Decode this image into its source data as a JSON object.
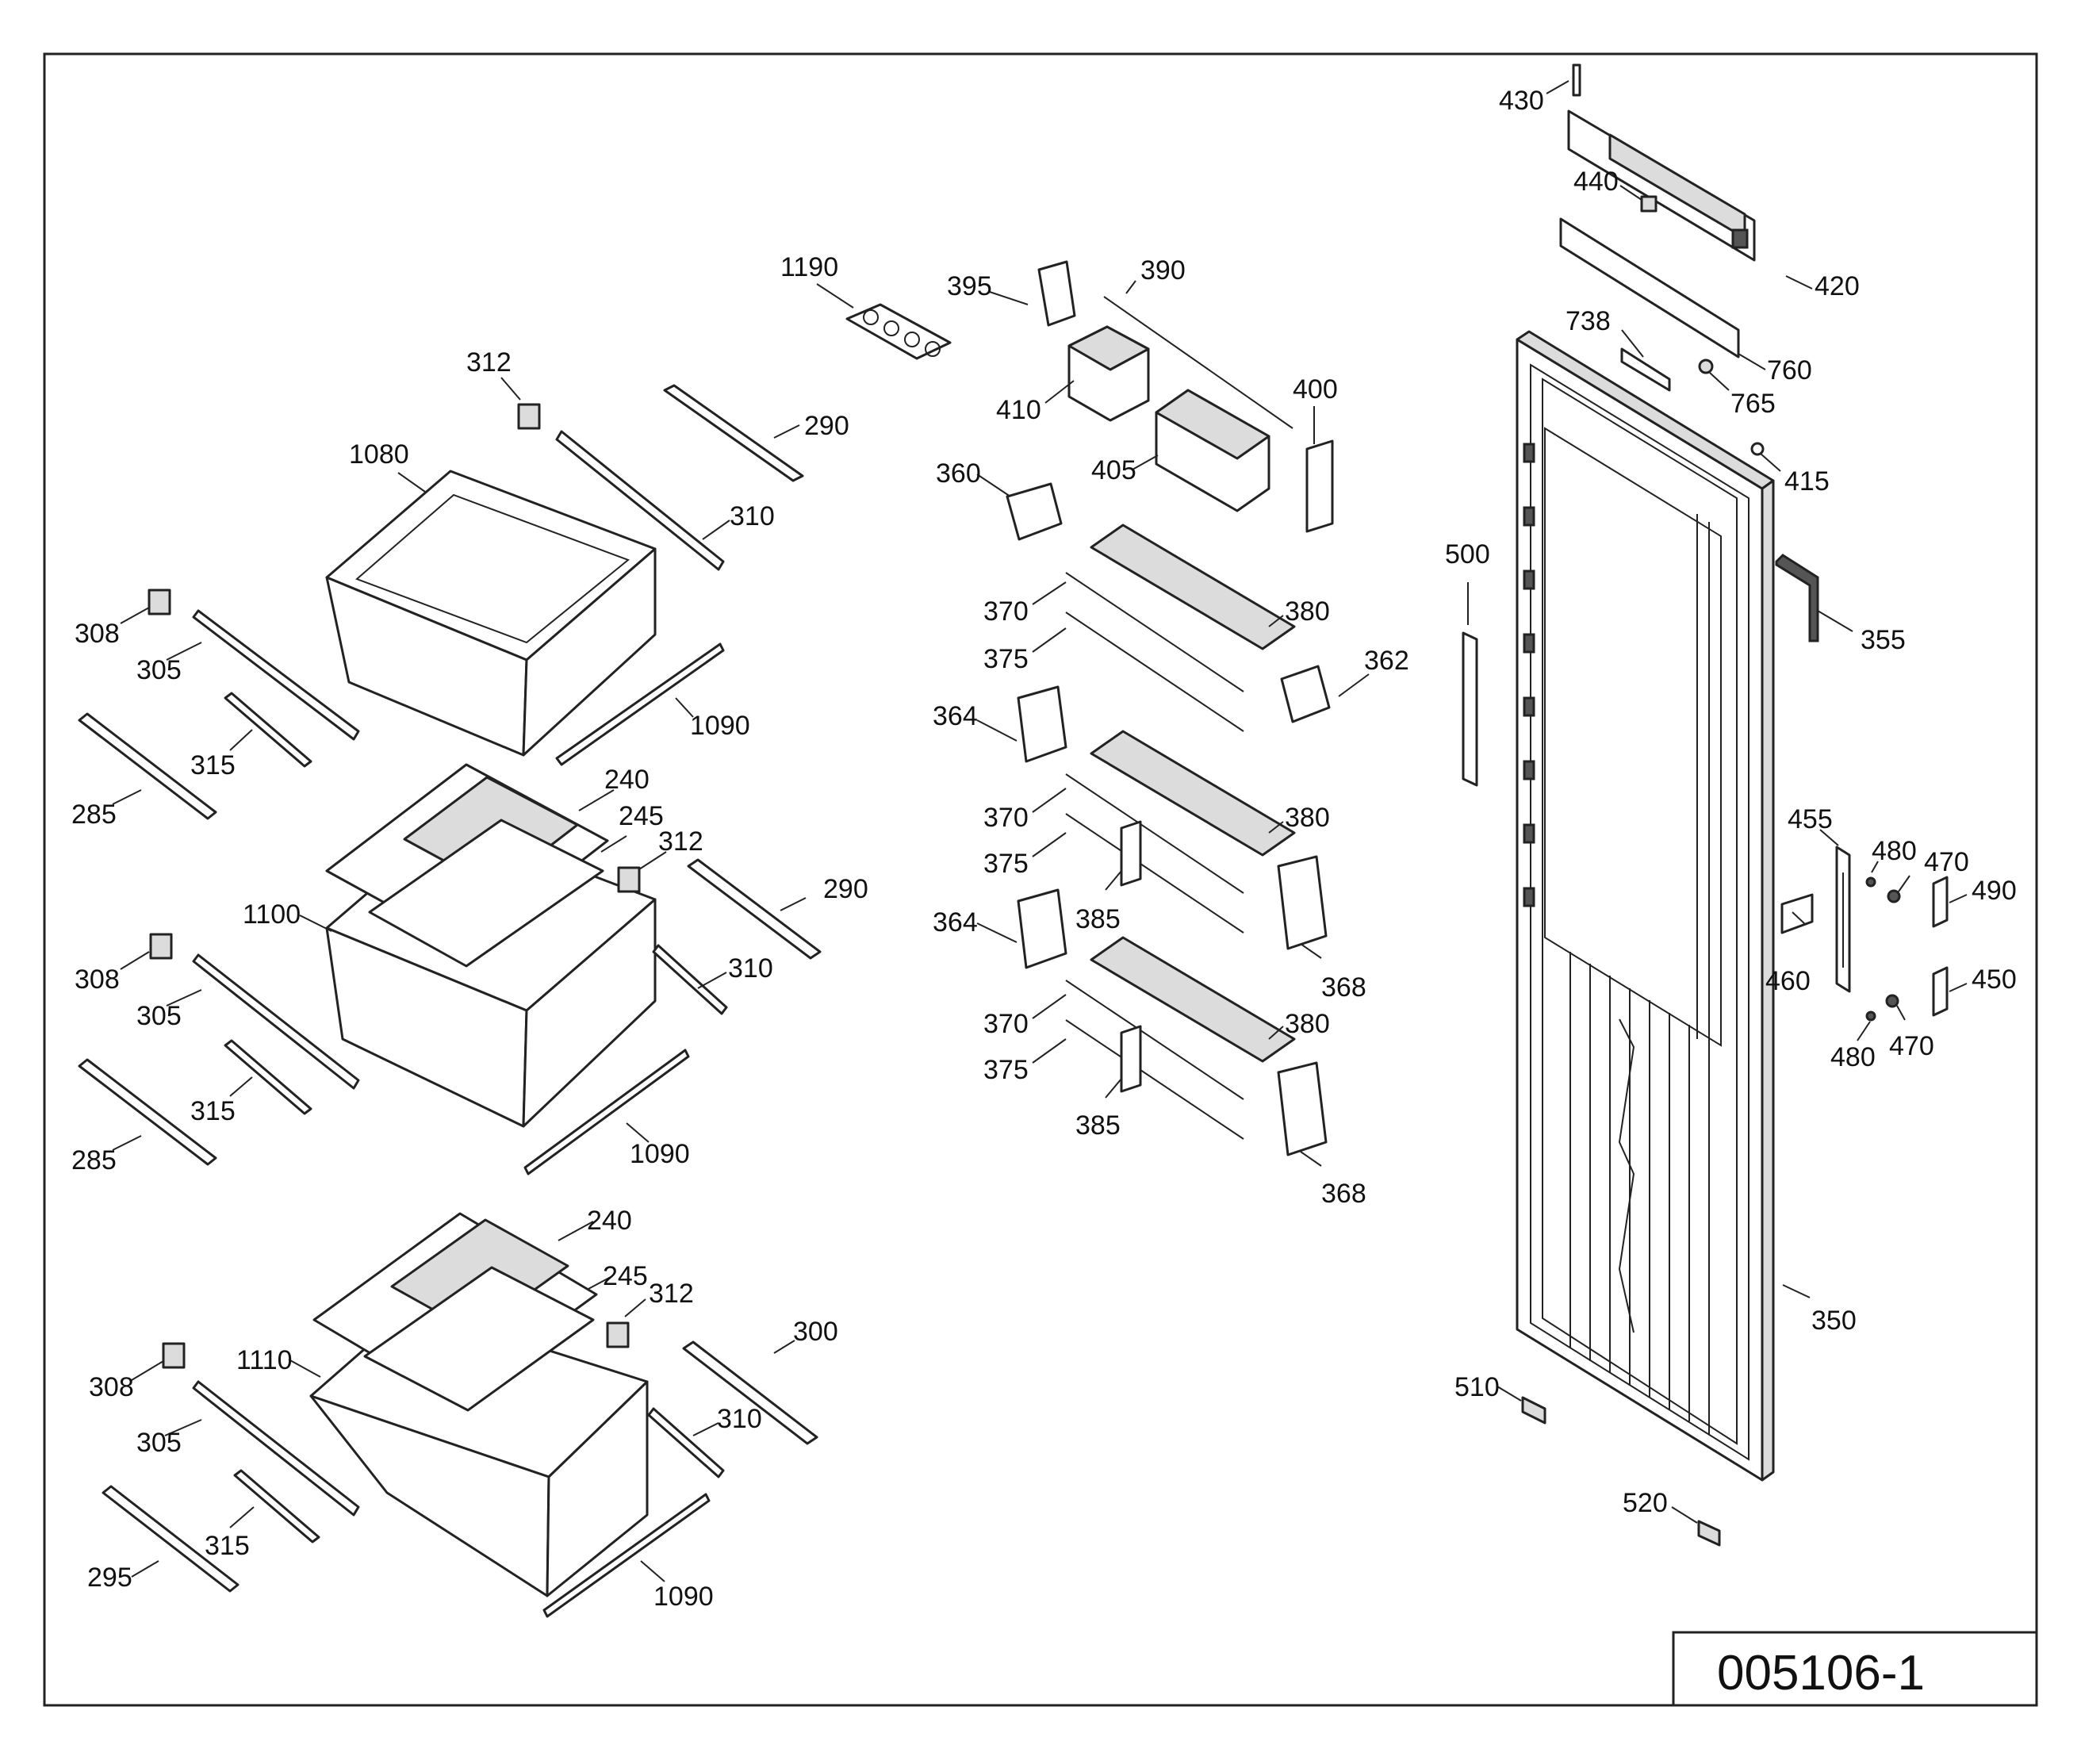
{
  "drawing_number": "005106-1",
  "callouts": {
    "c430": "430",
    "c440": "440",
    "c420": "420",
    "c760": "760",
    "c738": "738",
    "c765": "765",
    "c415": "415",
    "c355": "355",
    "c500": "500",
    "c455": "455",
    "c480a": "480",
    "c470a": "470",
    "c490": "490",
    "c460": "460",
    "c450": "450",
    "c470b": "470",
    "c480b": "480",
    "c350": "350",
    "c510": "510",
    "c520": "520",
    "c1190": "1190",
    "c395": "395",
    "c390": "390",
    "c410": "410",
    "c400": "400",
    "c405": "405",
    "c360": "360",
    "c370a": "370",
    "c380a": "380",
    "c375a": "375",
    "c362": "362",
    "c364a": "364",
    "c370b": "370",
    "c380b": "380",
    "c375b": "375",
    "c385a": "385",
    "c364b": "364",
    "c368a": "368",
    "c370c": "370",
    "c380c": "380",
    "c375c": "375",
    "c385b": "385",
    "c368b": "368",
    "c312a": "312",
    "c290a": "290",
    "c1080": "1080",
    "c310a": "310",
    "c308a": "308",
    "c305a": "305",
    "c1090a": "1090",
    "c315a": "315",
    "c285a": "285",
    "c240a": "240",
    "c245a": "245",
    "c312b": "312",
    "c290b": "290",
    "c1100": "1100",
    "c310b": "310",
    "c308b": "308",
    "c305b": "305",
    "c315b": "315",
    "c1090b": "1090",
    "c285b": "285",
    "c240b": "240",
    "c245b": "245",
    "c312c": "312",
    "c300": "300",
    "c1110": "1110",
    "c308c": "308",
    "c305c": "305",
    "c310c": "310",
    "c315c": "315",
    "c295": "295",
    "c1090c": "1090"
  }
}
